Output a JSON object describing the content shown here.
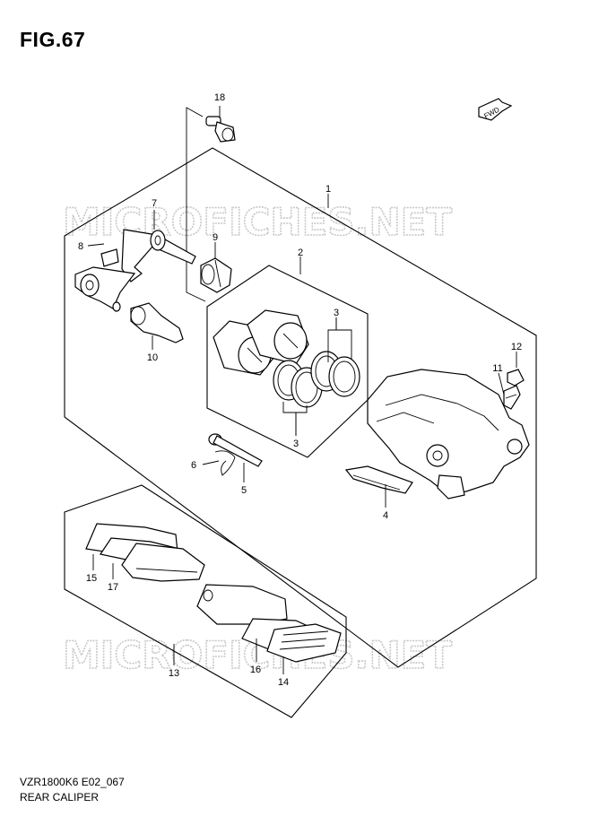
{
  "figure": {
    "title": "FIG.67"
  },
  "watermark": {
    "text": "MICROFICHES.NET"
  },
  "fwd_badge": {
    "text": "FWD"
  },
  "callouts": {
    "c1": "1",
    "c2": "2",
    "c3a": "3",
    "c3b": "3",
    "c4": "4",
    "c5": "5",
    "c6": "6",
    "c7": "7",
    "c8": "8",
    "c9": "9",
    "c10": "10",
    "c11": "11",
    "c12": "12",
    "c13": "13",
    "c14": "14",
    "c15": "15",
    "c16": "16",
    "c17": "17",
    "c18": "18"
  },
  "footer": {
    "code": "VZR1800K6 E02_067",
    "name": "REAR CALIPER"
  }
}
